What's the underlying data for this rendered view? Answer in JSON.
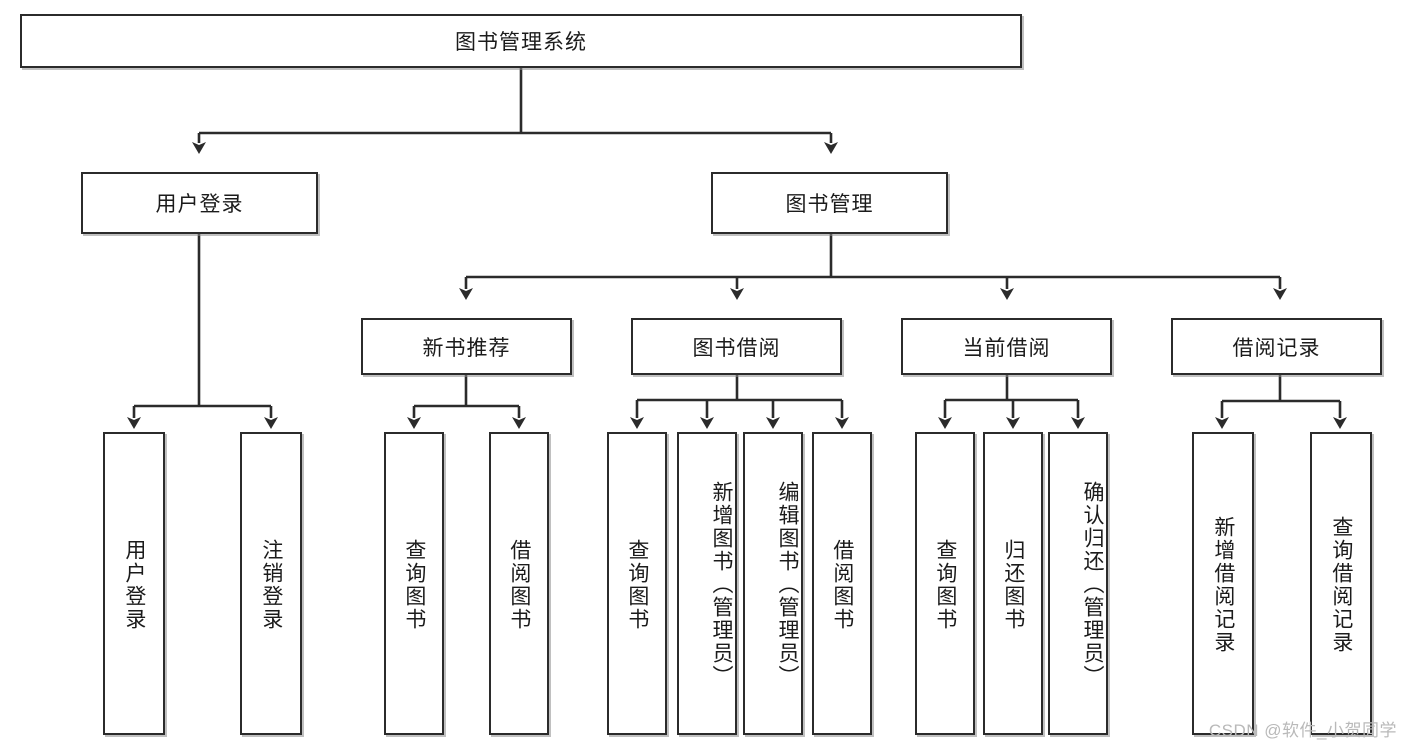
{
  "diagram": {
    "type": "tree-hierarchy",
    "title": "图书管理系统",
    "root": {
      "id": "root",
      "label": "图书管理系统"
    },
    "level2": [
      {
        "id": "user-login",
        "label": "用户登录"
      },
      {
        "id": "book-manage",
        "label": "图书管理"
      }
    ],
    "level3": [
      {
        "id": "new-book-recommend",
        "label": "新书推荐",
        "parent": "book-manage"
      },
      {
        "id": "book-borrow",
        "label": "图书借阅",
        "parent": "book-manage"
      },
      {
        "id": "current-borrow",
        "label": "当前借阅",
        "parent": "book-manage"
      },
      {
        "id": "borrow-record",
        "label": "借阅记录",
        "parent": "book-manage"
      }
    ],
    "leaves": [
      {
        "id": "leaf-user-login",
        "label": "用户登录",
        "parent": "user-login"
      },
      {
        "id": "leaf-user-logout",
        "label": "注销登录",
        "parent": "user-login"
      },
      {
        "id": "leaf-query-book-1",
        "label": "查询图书",
        "parent": "new-book-recommend"
      },
      {
        "id": "leaf-borrow-book-1",
        "label": "借阅图书",
        "parent": "new-book-recommend"
      },
      {
        "id": "leaf-query-book-2",
        "label": "查询图书",
        "parent": "book-borrow"
      },
      {
        "id": "leaf-add-book",
        "label": "新增图书（管理员）",
        "parent": "book-borrow"
      },
      {
        "id": "leaf-edit-book",
        "label": "编辑图书（管理员）",
        "parent": "book-borrow"
      },
      {
        "id": "leaf-borrow-book-2",
        "label": "借阅图书",
        "parent": "book-borrow"
      },
      {
        "id": "leaf-query-book-3",
        "label": "查询图书",
        "parent": "current-borrow"
      },
      {
        "id": "leaf-return-book",
        "label": "归还图书",
        "parent": "current-borrow"
      },
      {
        "id": "leaf-confirm-return",
        "label": "确认归还（管理员）",
        "parent": "current-borrow"
      },
      {
        "id": "leaf-add-record",
        "label": "新增借阅记录",
        "parent": "borrow-record"
      },
      {
        "id": "leaf-query-record",
        "label": "查询借阅记录",
        "parent": "borrow-record"
      }
    ],
    "colors": {
      "background": "#ffffff",
      "box_border": "#2b2b2b",
      "box_fill": "#ffffff",
      "connector": "#2b2b2b",
      "text": "#1b1b1b",
      "watermark": "#b9b9b9"
    }
  },
  "watermark": {
    "text": "CSDN @软件_小贺同学"
  }
}
